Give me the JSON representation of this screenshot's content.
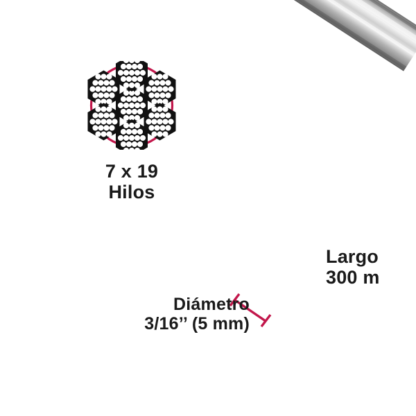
{
  "product": {
    "type": "wire-rope-infographic",
    "material": "steel",
    "background_color": "#ffffff"
  },
  "cross_section": {
    "icon_name": "wire-rope-cross-section",
    "ring_color": "#C2174B",
    "strand_fill": "#111111",
    "wire_fill": "#ffffff",
    "strand_count": 7,
    "wires_per_strand": 19,
    "wire_rows": [
      3,
      4,
      5,
      4,
      3
    ]
  },
  "labels": {
    "strands": {
      "line1": "7 x 19",
      "line2": "Hilos"
    },
    "length": {
      "line1": "Largo",
      "line2": "300 m"
    },
    "diameter": {
      "line1": "Diámetro",
      "line2": "3/16’’ (5 mm)"
    }
  },
  "diameter_arrow": {
    "icon_name": "diameter-measure-arrow",
    "color": "#C2174B"
  },
  "cable": {
    "icon_name": "steel-cable-illustration",
    "color_light": "#f2f2f2",
    "color_mid": "#9a9a9a",
    "color_dark": "#3a3a3a"
  }
}
